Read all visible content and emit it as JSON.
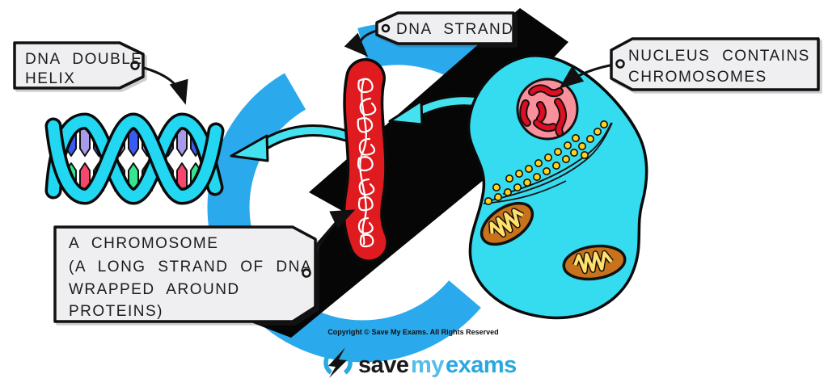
{
  "labels": {
    "dna_double_helix": {
      "line1": "DNA DOUBLE",
      "line2": "HELIX"
    },
    "dna_strand": {
      "line1": "DNA STRAND"
    },
    "nucleus_contains": {
      "line1": "NUCLEUS CONTAINS",
      "line2": "CHROMOSOMES"
    },
    "a_chromosome": {
      "line1": "A CHROMOSOME",
      "line2": "(A LONG STRAND OF DNA",
      "line3": "WRAPPED AROUND",
      "line4": "PROTEINS)"
    }
  },
  "footer": {
    "copyright": "Copyright © Save My Exams. All Rights Reserved",
    "logo_save": "save",
    "logo_my": "my",
    "logo_exams": "exams"
  },
  "colors": {
    "brand_blue": "#29ABE2",
    "watermark_blue": "#2AA9ED",
    "bolt_black": "#060606",
    "cell_cyan": "#35DCEF",
    "nucleus_pink": "#F9909C",
    "nucleus_chromosome_red": "#DF0E22",
    "chromosome_red": "#E01B20",
    "mitochondria_orange": "#C8731C",
    "mitochondria_cristae_yellow": "#FFE06A",
    "bead_yellow": "#FFD21E",
    "helix_strand_cyan": "#22D7F2",
    "base_blue": "#3A5BEF",
    "base_purple": "#A89BEA",
    "base_green": "#35E68F",
    "base_pink": "#F5476B",
    "label_bg": "#EFEFF1"
  }
}
